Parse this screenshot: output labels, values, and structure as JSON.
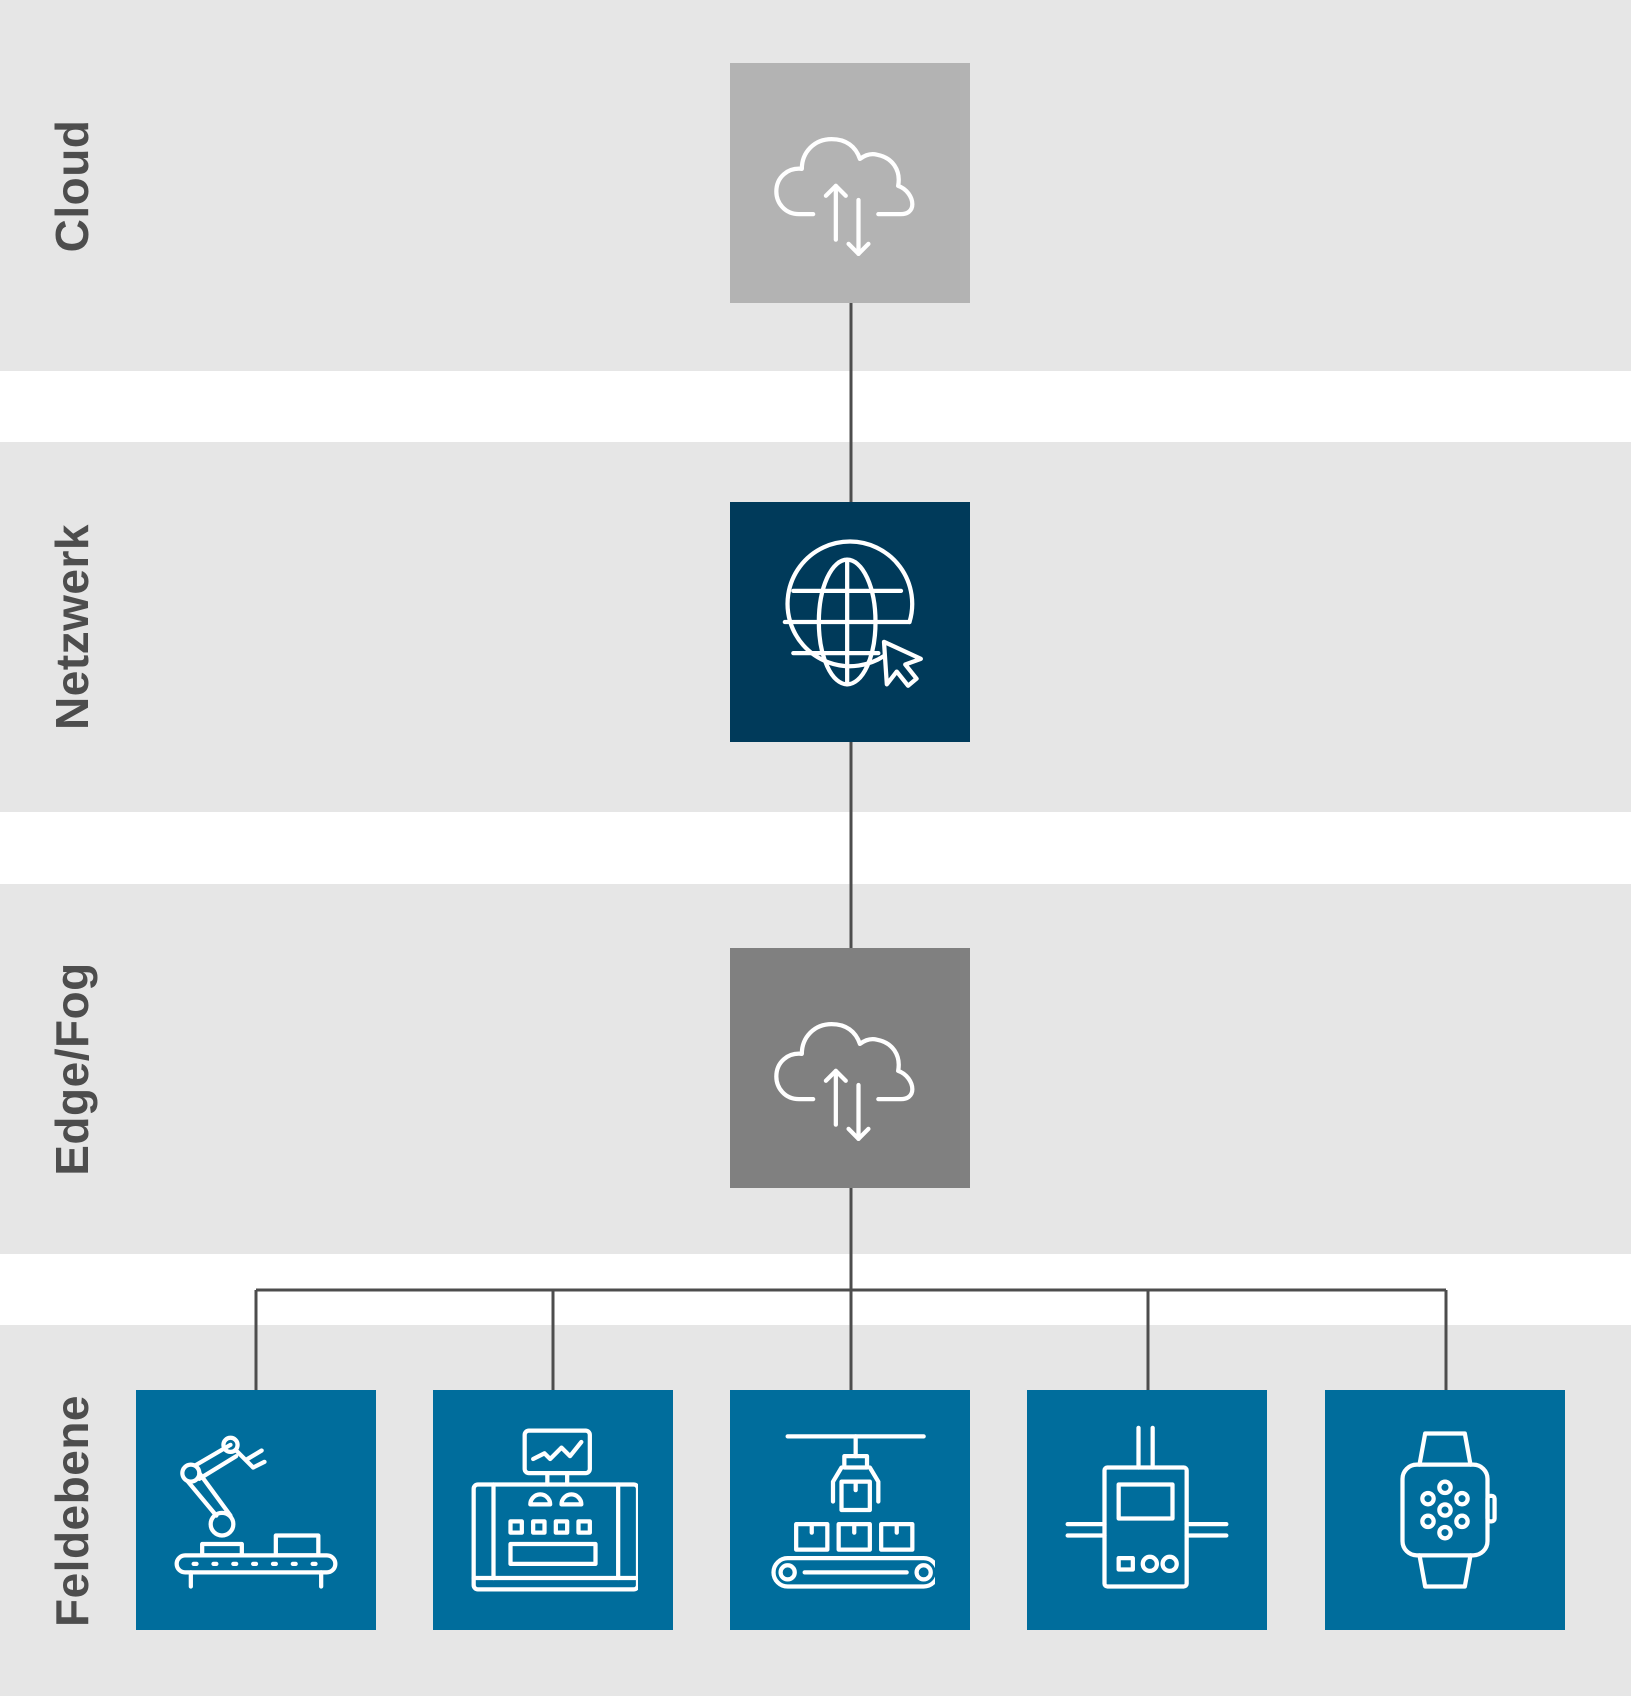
{
  "layers": {
    "cloud": {
      "label": "Cloud"
    },
    "network": {
      "label": "Netzwerk"
    },
    "edge": {
      "label": "Edge/Fog"
    },
    "field": {
      "label": "Feldebene"
    }
  },
  "nodes": {
    "cloud": {
      "icon": "cloud-sync-icon",
      "color": "#b3b3b3"
    },
    "network": {
      "icon": "globe-cursor-icon",
      "color": "#003a5a"
    },
    "edge": {
      "icon": "cloud-sync-icon",
      "color": "#808080"
    },
    "field": [
      {
        "icon": "robot-arm-conveyor-icon",
        "color": "#006d9c"
      },
      {
        "icon": "control-machine-icon",
        "color": "#006d9c"
      },
      {
        "icon": "packaging-conveyor-icon",
        "color": "#006d9c"
      },
      {
        "icon": "pipe-device-icon",
        "color": "#006d9c"
      },
      {
        "icon": "smartwatch-icon",
        "color": "#006d9c"
      }
    ]
  },
  "colors": {
    "layer_background": "#e6e6e6",
    "connector": "#4d4d4d",
    "label_text": "#4d4d4d"
  }
}
